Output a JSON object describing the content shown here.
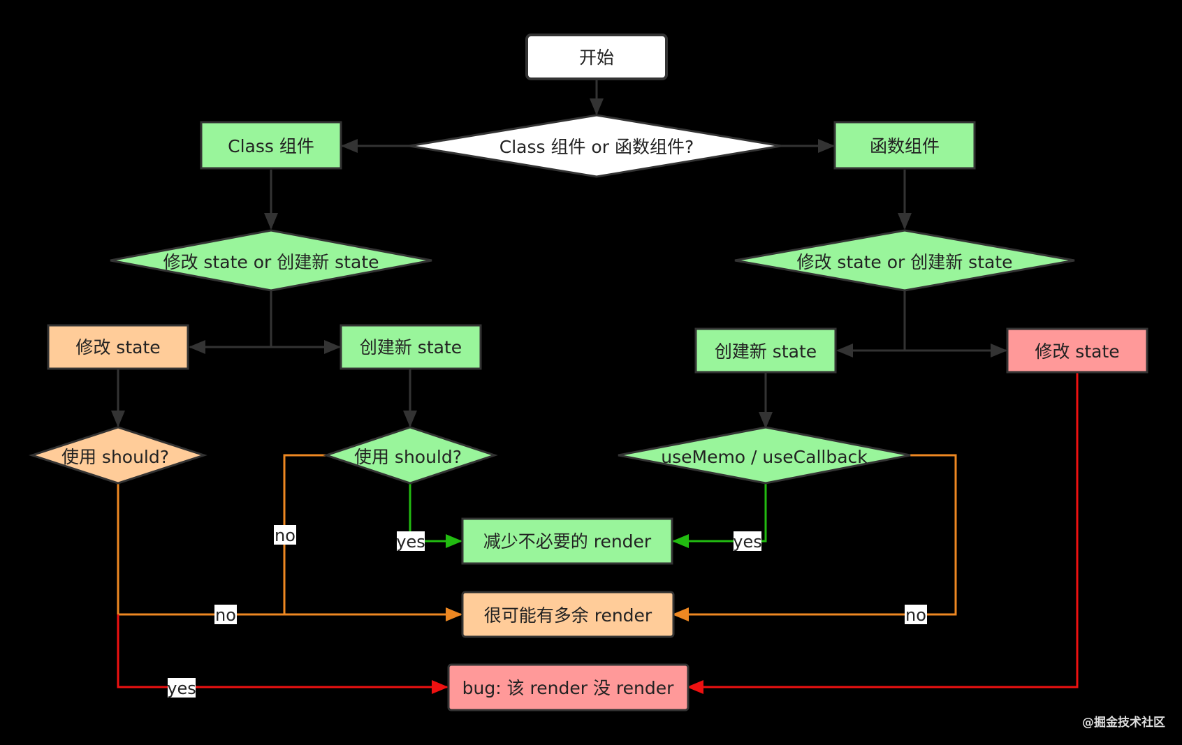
{
  "colors": {
    "background": "#000000",
    "green_fill": "#99f59b",
    "orange_fill": "#ffcc99",
    "red_fill": "#ff9999",
    "white_fill": "#ffffff",
    "stroke_dark": "#333333",
    "edge_gray": "#333333",
    "edge_green": "#22bb11",
    "edge_orange": "#ee8822",
    "edge_red": "#ee1111"
  },
  "nodes": {
    "start": "开始",
    "decision_type": "Class 组件 or 函数组件?",
    "class_component": "Class 组件",
    "function_component": "函数组件",
    "class_decision_state": "修改 state or 创建新 state",
    "func_decision_state": "修改 state or 创建新 state",
    "class_modify_state": "修改 state",
    "class_create_state": "创建新 state",
    "func_create_state": "创建新 state",
    "func_modify_state": "修改 state",
    "class_modify_should": "使用 should?",
    "class_create_should": "使用 should?",
    "func_memo": "useMemo / useCallback",
    "reduce_render": "减少不必要的 render",
    "extra_render": "很可能有多余 render",
    "bug_render": "bug: 该 render 没 render"
  },
  "edge_labels": {
    "create_should_yes": "yes",
    "memo_yes": "yes",
    "create_should_no": "no",
    "modify_should_no": "no",
    "memo_no": "no",
    "modify_should_yes": "yes"
  },
  "watermark": "@掘金技术社区"
}
